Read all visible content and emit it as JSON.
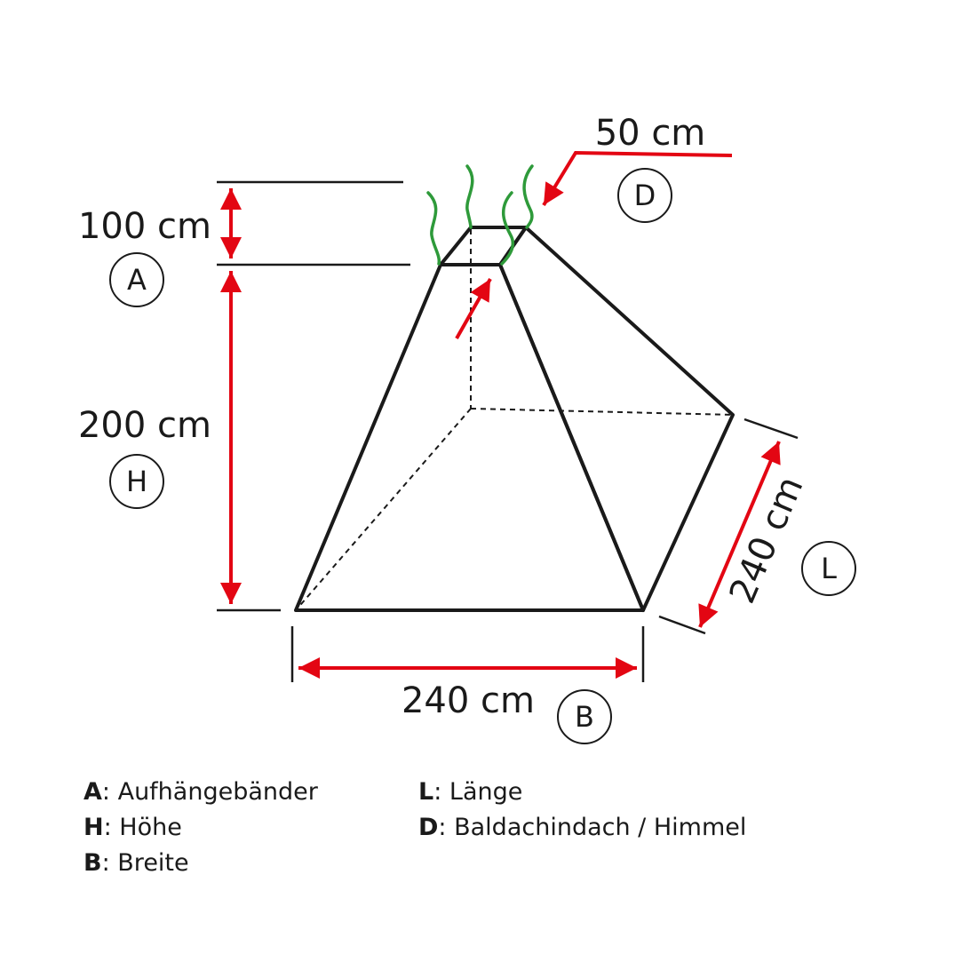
{
  "dimensions": {
    "suspension_straps": "100 cm",
    "height": "200 cm",
    "width": "240 cm",
    "length": "240 cm",
    "canopy_top": "50 cm"
  },
  "markers": {
    "A": "A",
    "H": "H",
    "B": "B",
    "L": "L",
    "D": "D"
  },
  "legend": {
    "left": [
      {
        "key": "A",
        "sep": ":",
        "text": " Aufhängebänder"
      },
      {
        "key": "H",
        "sep": ":",
        "text": " Höhe"
      },
      {
        "key": "B",
        "sep": ":",
        "text": " Breite"
      }
    ],
    "right": [
      {
        "key": "L",
        "sep": ":",
        "text": " Länge"
      },
      {
        "key": "D",
        "sep": ":",
        "text": " Baldachindach / Himmel"
      }
    ]
  },
  "colors": {
    "outline": "#1a1a1a",
    "arrow": "#e30613",
    "straps": "#2e9a3a"
  }
}
